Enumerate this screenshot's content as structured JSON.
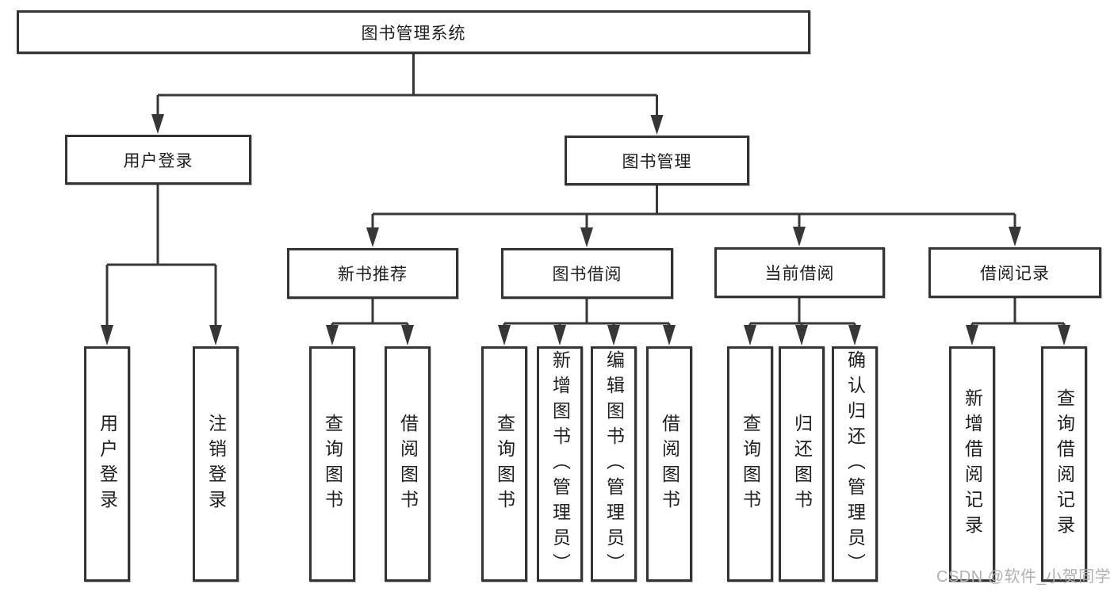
{
  "diagram": {
    "root": "图书管理系统",
    "user_branch": {
      "label": "用户登录",
      "children": [
        "用户登录",
        "注销登录"
      ]
    },
    "book_branch": {
      "label": "图书管理",
      "groups": [
        {
          "label": "新书推荐",
          "children": [
            "查询图书",
            "借阅图书"
          ]
        },
        {
          "label": "图书借阅",
          "children": [
            "查询图书",
            "新增图书（管理员）",
            "编辑图书（管理员）",
            "借阅图书"
          ]
        },
        {
          "label": "当前借阅",
          "children": [
            "查询图书",
            "归还图书",
            "确认归还（管理员）"
          ]
        },
        {
          "label": "借阅记录",
          "children": [
            "新增借阅记录",
            "查询借阅记录"
          ]
        }
      ]
    }
  },
  "watermark": "CSDN @软件_小贺同学",
  "colors": {
    "line": "#373737",
    "text": "#1f1f1f",
    "watermark": "#b0b0b0",
    "background": "#ffffff"
  }
}
